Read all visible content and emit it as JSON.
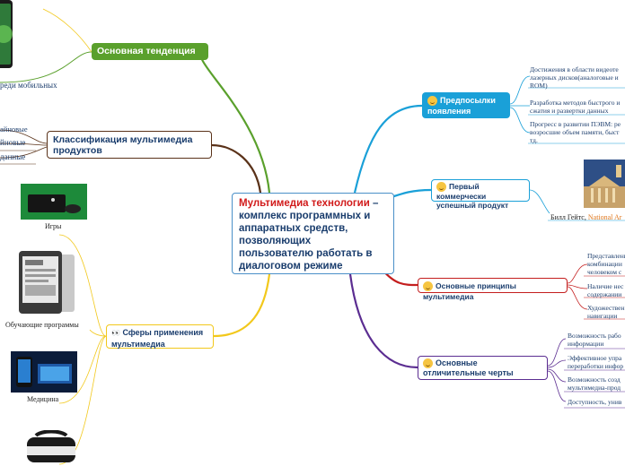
{
  "central": {
    "title_highlight": "Мультимедиа технологии",
    "title_rest": " – комплекс программных и аппаратных средств, позволяющих пользователю работать в диалоговом режиме"
  },
  "branches": {
    "main_trend": "Основная тенденция",
    "mobile_fragment": "реди мобильных",
    "classification": "Классификация мультимедиа продуктов",
    "classification_items": [
      "айновые",
      "йновые",
      "данные"
    ],
    "applications": "Сферы применения мультимедиа",
    "app_captions": {
      "games": "Игры",
      "edu": "Обучающие программы",
      "medicine": "Медицина"
    },
    "prerequisites": "Предпосылки появления",
    "prereq_items": [
      "Достижения в области видеоте",
      "лазерных дисков(аналоговые и",
      "ROM)",
      "Разработка методов быстрого и",
      "сжатия и развертки данных",
      "Прогресс в развитии ПЭВМ: ре",
      "возросшие объем памяти, быст",
      "тд."
    ],
    "first_product": "Первый коммерчески успешный продукт",
    "bill_caption_a": "Билл Гейтс, ",
    "bill_caption_b": "National Ar",
    "principles": "Основные принципы мультимедиа",
    "principle_items": [
      "Представлени",
      "комбинации",
      "человеком с",
      "Наличие нес",
      "содержании",
      "Художествен",
      "навигации"
    ],
    "features": "Основные отличительные черты",
    "feature_items": [
      "Возможность рабо",
      "информации",
      "Эффективное упра",
      "переработки инфор",
      "Возможность созд",
      "мультимедиа-прод",
      "Доступность, унив"
    ]
  },
  "colors": {
    "teal": "#1aa0d8",
    "green": "#5aa02c",
    "brown": "#5a3219",
    "yellow": "#f2c81b",
    "red": "#c41e1e",
    "purple": "#5b2d91",
    "central_border": "#4a90c8"
  }
}
